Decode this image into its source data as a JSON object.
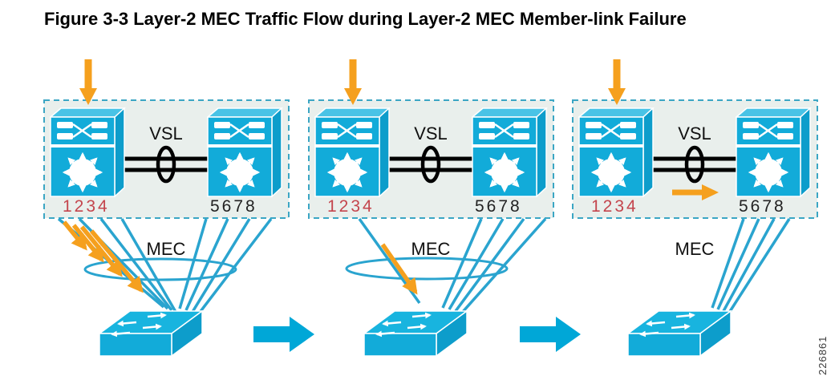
{
  "title": "Figure 3-3 Layer-2 MEC Traffic Flow during Layer-2 MEC Member-link Failure",
  "figure_number": "226861",
  "panels": [
    {
      "vsl": "VSL",
      "mec": "MEC",
      "left_switch_ports": "1234",
      "right_switch_ports": "5678"
    },
    {
      "vsl": "VSL",
      "mec": "MEC",
      "left_switch_ports": "1234",
      "right_switch_ports": "5678"
    },
    {
      "vsl": "VSL",
      "mec": "MEC",
      "left_switch_ports": "1234",
      "right_switch_ports": "5678"
    }
  ],
  "icons": {
    "vss-switch-icon": "cisco-multilayer-switch",
    "access-switch-icon": "cisco-workgroup-switch",
    "traffic-arrow-icon": "orange-traffic-arrow",
    "next-step-arrow-icon": "cyan-block-arrow",
    "vsl-bundle-icon": "black-ellipse-on-double-line",
    "mec-bundle-icon": "cyan-ellipse-around-links"
  },
  "colors": {
    "switch_cyan": "#12ABD9",
    "switch_top_cyan": "#49C3E6",
    "switch_side_cyan": "#0D9DCB",
    "link_cyan": "#2AA4CF",
    "step_arrow_cyan": "#00A7D7",
    "traffic_orange": "#F5A01E",
    "ports_red": "#C4454D",
    "panel_background": "#E9EFEC",
    "panel_border": "#3BA6C4",
    "text_black": "#111111"
  }
}
